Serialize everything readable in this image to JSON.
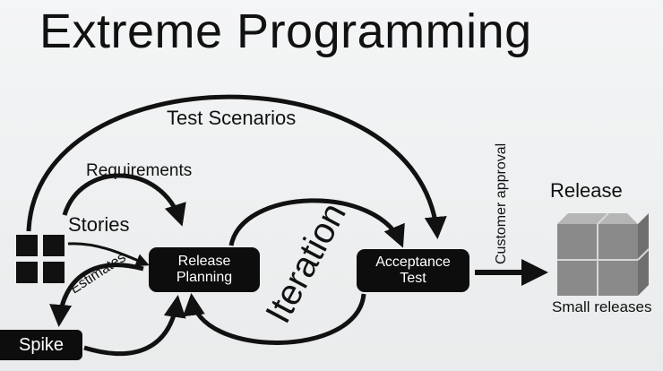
{
  "title": "Extreme Programming",
  "labels": {
    "test_scenarios": "Test Scenarios",
    "requirements": "Requirements",
    "stories": "Stories",
    "estimates": "Estimates",
    "iteration": "Iteration",
    "customer_approval": "Customer approval",
    "release": "Release",
    "small_releases": "Small releases"
  },
  "nodes": {
    "release_planning": [
      "Release",
      "Planning"
    ],
    "acceptance_test": [
      "Acceptance",
      "Test"
    ],
    "spike": "Spike"
  },
  "icons": {
    "stories": "four-squares-icon",
    "release": "cube-icon"
  },
  "colors": {
    "background": "#f0f1f2",
    "node": "#0d0d0d",
    "text": "#111111"
  }
}
